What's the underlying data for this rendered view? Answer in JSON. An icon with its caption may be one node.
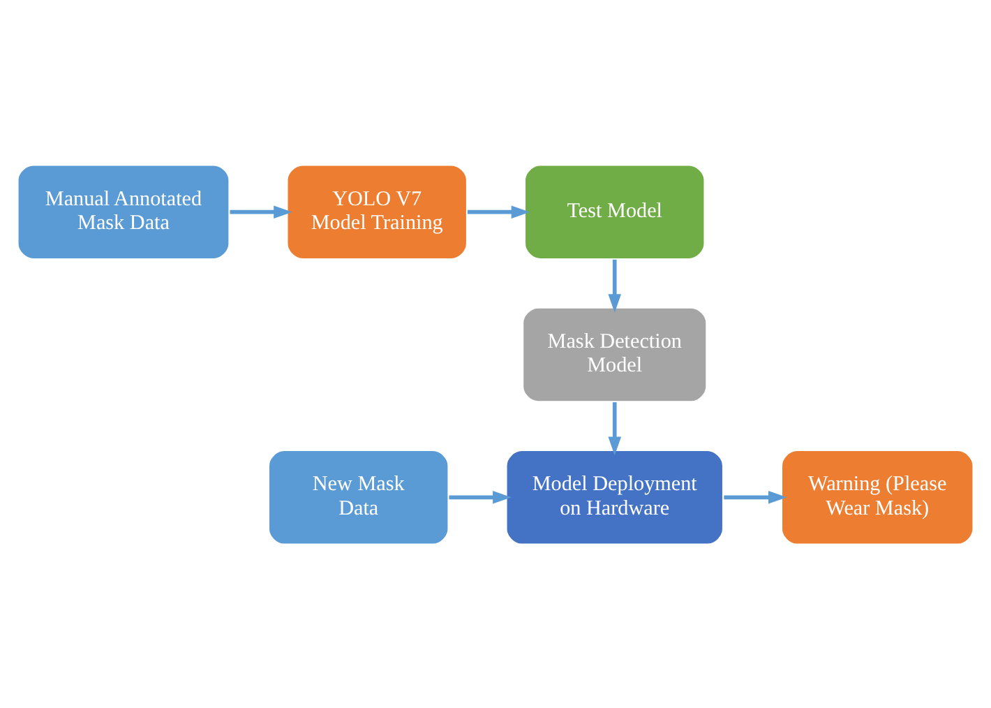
{
  "diagram": {
    "nodes": [
      {
        "text": [
          "Manual Annotated Mask Data"
        ]
      },
      {
        "text": [
          "YOLO V7 Model Training"
        ]
      },
      {
        "text": [
          "Test Model"
        ]
      },
      {
        "text": [
          "Mask Detection Model"
        ]
      },
      {
        "text": [
          "New Mask Data"
        ]
      },
      {
        "text": [
          "Model Deployment on Hardware"
        ]
      },
      {
        "text": [
          "Warning (Please Wear Mask)"
        ]
      }
    ],
    "edges": [
      {
        "from": 0,
        "to": 1,
        "arrow": "to"
      },
      {
        "from": 1,
        "to": 2,
        "arrow": "to"
      },
      {
        "from": 2,
        "to": 3,
        "arrow": "to"
      },
      {
        "from": 3,
        "to": 5,
        "arrow": "to"
      },
      {
        "from": 4,
        "to": 5,
        "arrow": "to"
      },
      {
        "from": 5,
        "to": 6,
        "arrow": "to"
      }
    ]
  }
}
